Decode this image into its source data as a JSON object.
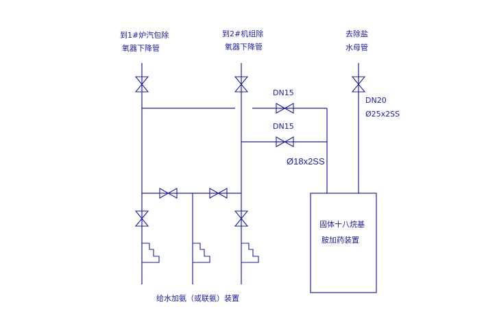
{
  "labels": {
    "pipe_left_1": "到1#炉汽包除",
    "pipe_left_2": "氧器下降管",
    "pipe_mid_1": "到2#机组除",
    "pipe_mid_2": "氧器下降管",
    "pipe_right_1": "去除盐",
    "pipe_right_2": "水母管",
    "dn15_upper": "DN15",
    "dn15_lower": "DN15",
    "dn20": "DN20",
    "size_right": "Ø25x2SS",
    "size_mid": "Ø18x2SS",
    "tank_1": "固体十八烷基",
    "tank_2": "胺加药装置",
    "bottom": "给水加氨（或联氨）装置"
  },
  "colors": {
    "line": "#1a1aa8",
    "background": "#ffffff"
  }
}
